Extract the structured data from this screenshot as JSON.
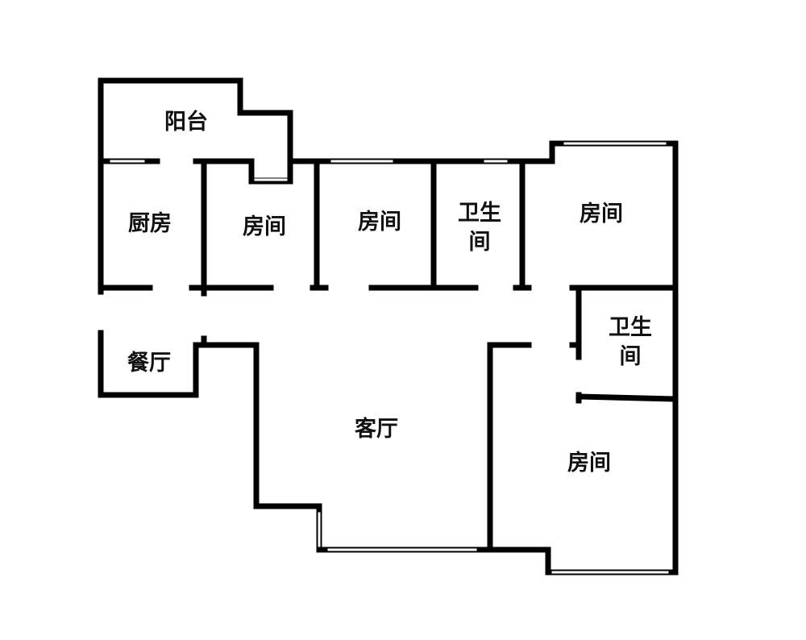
{
  "rooms": [
    {
      "id": "balcony",
      "label": "阳台"
    },
    {
      "id": "kitchen",
      "label": "厨房"
    },
    {
      "id": "bedroom-1",
      "label": "房间"
    },
    {
      "id": "bedroom-2",
      "label": "房间"
    },
    {
      "id": "bathroom-1",
      "label_line1": "卫生",
      "label_line2": "间"
    },
    {
      "id": "bedroom-3",
      "label": "房间"
    },
    {
      "id": "bathroom-2",
      "label_line1": "卫生",
      "label_line2": "间"
    },
    {
      "id": "dining",
      "label": "餐厅"
    },
    {
      "id": "living",
      "label": "客厅"
    },
    {
      "id": "bedroom-4",
      "label": "房间"
    }
  ],
  "colors": {
    "wall": "#000000",
    "window": "#ffffff"
  }
}
